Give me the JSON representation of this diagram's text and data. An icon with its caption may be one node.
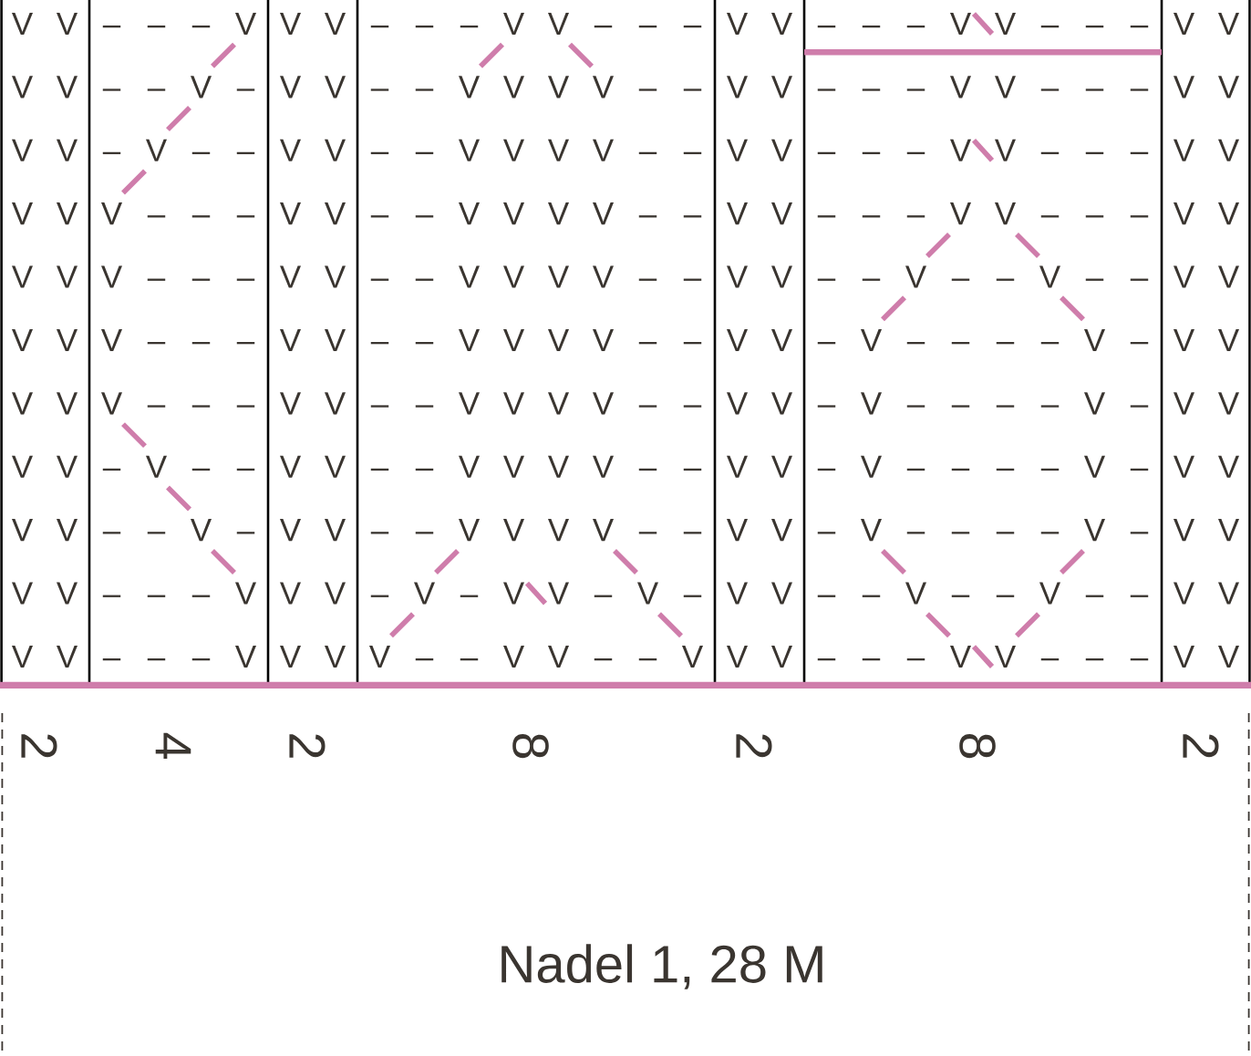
{
  "diagram": {
    "labels": [
      "V",
      "V",
      "–",
      "–",
      "–",
      "V",
      "V",
      "V",
      "–",
      "–",
      "–",
      "V",
      "V",
      "–",
      "–",
      "–",
      "V",
      "V",
      "–",
      "–",
      "–",
      "V",
      "V",
      "–",
      "–",
      "–",
      "V",
      "V",
      "V",
      "V",
      "–",
      "–",
      "V",
      "–",
      "V",
      "V",
      "–",
      "–",
      "V",
      "V",
      "V",
      "V",
      "–",
      "–",
      "V",
      "V",
      "–",
      "–",
      "–",
      "V",
      "V",
      "–",
      "–",
      "–",
      "V",
      "V",
      "V",
      "V",
      "–",
      "V",
      "–",
      "–",
      "V",
      "V",
      "–",
      "–",
      "V",
      "V",
      "V",
      "V",
      "–",
      "–",
      "V",
      "V",
      "–",
      "–",
      "–",
      "V",
      "V",
      "–",
      "–",
      "–",
      "V",
      "V",
      "V",
      "V",
      "V",
      "–",
      "–",
      "–",
      "V",
      "V",
      "–",
      "–",
      "V",
      "V",
      "V",
      "V",
      "–",
      "–",
      "V",
      "V",
      "–",
      "–",
      "–",
      "V",
      "V",
      "–",
      "–",
      "–",
      "V",
      "V",
      "V",
      "V",
      "V",
      "–",
      "–",
      "–",
      "V",
      "V",
      "–",
      "–",
      "V",
      "V",
      "V",
      "V",
      "–",
      "–",
      "V",
      "V",
      "–",
      "–",
      "V",
      "–",
      "–",
      "V",
      "–",
      "–",
      "V",
      "V",
      "V",
      "V",
      "V",
      "–",
      "–",
      "–",
      "V",
      "V",
      "–",
      "–",
      "V",
      "V",
      "V",
      "V",
      "–",
      "–",
      "V",
      "V",
      "–",
      "V",
      "–",
      "–",
      "–",
      "–",
      "V",
      "–",
      "V",
      "V",
      "V",
      "V",
      "V",
      "–",
      "–",
      "–",
      "V",
      "V",
      "–",
      "–",
      "V",
      "V",
      "V",
      "V",
      "–",
      "–",
      "V",
      "V",
      "–",
      "V",
      "–",
      "–",
      "–",
      "–",
      "V",
      "–",
      "V",
      "V",
      "V",
      "V",
      "–",
      "V",
      "–",
      "–",
      "V",
      "V",
      "–",
      "–",
      "V",
      "V",
      "V",
      "V",
      "–",
      "–",
      "V",
      "V",
      "–",
      "V",
      "–",
      "–",
      "–",
      "–",
      "V",
      "–",
      "V",
      "V",
      "V",
      "V",
      "–",
      "–",
      "V",
      "–",
      "V",
      "V",
      "–",
      "–",
      "V",
      "V",
      "V",
      "V",
      "–",
      "–",
      "V",
      "V",
      "–",
      "V",
      "–",
      "–",
      "–",
      "–",
      "V",
      "–",
      "V",
      "V",
      "V",
      "V",
      "–",
      "–",
      "–",
      "V",
      "V",
      "V",
      "–",
      "V",
      "–",
      "V",
      "V",
      "–",
      "V",
      "–",
      "V",
      "V",
      "–",
      "–",
      "V",
      "–",
      "–",
      "V",
      "–",
      "–",
      "V",
      "V",
      "V",
      "V",
      "–",
      "–",
      "–",
      "V",
      "V",
      "V",
      "V",
      "–",
      "–",
      "V",
      "V",
      "–",
      "–",
      "V",
      "V",
      "V",
      "–",
      "–",
      "–",
      "V",
      "V",
      "–",
      "–",
      "–",
      "V",
      "V",
      "2",
      "4",
      "2",
      "8",
      "2",
      "8",
      "2",
      "Nadel 1, 28 M"
    ]
  }
}
